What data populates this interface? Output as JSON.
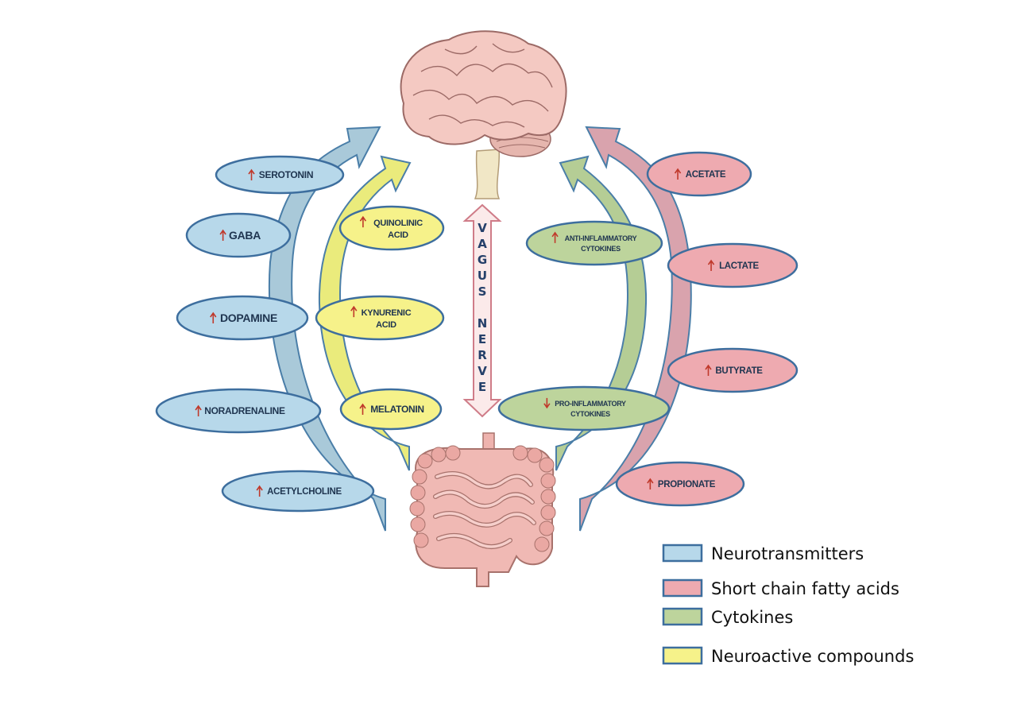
{
  "colors": {
    "neurotransmitters": "#b7d8ea",
    "scfa": "#eeaab0",
    "cytokines": "#bdd49c",
    "neuroactive": "#f6f28a",
    "outline": "#3d6e9e",
    "up_arrow": "#c0392b"
  },
  "vagus_nerve": {
    "letters": [
      "V",
      "A",
      "G",
      "U",
      "S",
      "",
      "N",
      "E",
      "R",
      "V",
      "E"
    ]
  },
  "neurotransmitters": [
    {
      "label": "SEROTONIN",
      "direction": "up"
    },
    {
      "label": "GABA",
      "direction": "up"
    },
    {
      "label": "DOPAMINE",
      "direction": "up"
    },
    {
      "label": "NORADRENALINE",
      "direction": "up"
    },
    {
      "label": "ACETYLCHOLINE",
      "direction": "up"
    }
  ],
  "neuroactive_compounds": [
    {
      "label": "QUINOLINIC",
      "label2": "ACID",
      "direction": "up"
    },
    {
      "label": "KYNURENIC",
      "label2": "ACID",
      "direction": "up"
    },
    {
      "label": "MELATONIN",
      "label2": "",
      "direction": "up"
    }
  ],
  "cytokines": [
    {
      "label": "ANTI-INFLAMMATORY",
      "label2": "CYTOKINES",
      "direction": "up"
    },
    {
      "label": "PRO-INFLAMMATORY",
      "label2": "CYTOKINES",
      "direction": "down"
    }
  ],
  "short_chain_fatty_acids": [
    {
      "label": "ACETATE",
      "direction": "up"
    },
    {
      "label": "LACTATE",
      "direction": "up"
    },
    {
      "label": "BUTYRATE",
      "direction": "up"
    },
    {
      "label": "PROPIONATE",
      "direction": "up"
    }
  ],
  "legend": [
    {
      "label": "Neurotransmitters",
      "color": "#b7d8ea"
    },
    {
      "label": "Short chain fatty acids",
      "color": "#eeaab0"
    },
    {
      "label": "Cytokines",
      "color": "#bdd49c"
    },
    {
      "label": "Neuroactive compounds",
      "color": "#f6f28a"
    }
  ]
}
